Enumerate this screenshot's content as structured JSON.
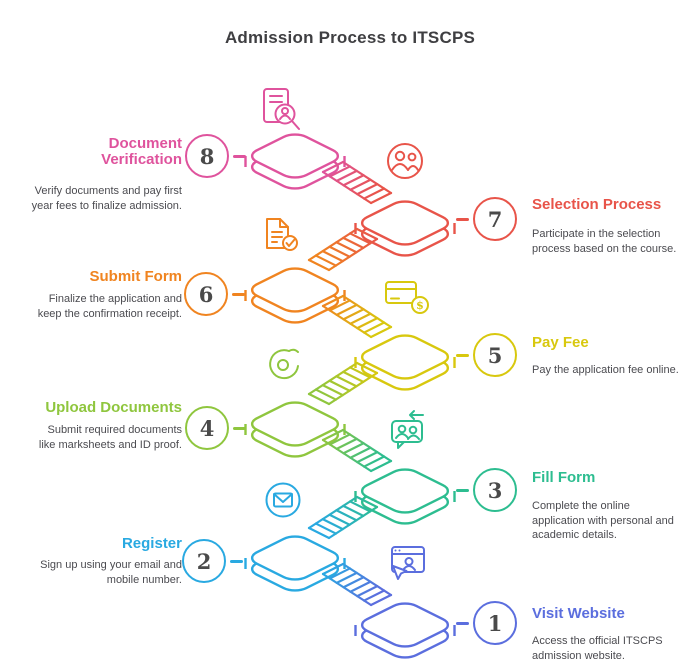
{
  "title": "Admission Process to ITSCPS",
  "title_color": "#3f3f42",
  "text_color": "#4b4b50",
  "steps": [
    {
      "number": "1",
      "title": "Visit Website",
      "description": "Access the official ITSCPS admission website.",
      "color": "#5b6ede",
      "icon": "website-browser-icon"
    },
    {
      "number": "2",
      "title": "Register",
      "description": "Sign up using your email and mobile number.",
      "color": "#29a9e1",
      "icon": "email-icon"
    },
    {
      "number": "3",
      "title": "Fill Form",
      "description": "Complete the online application with personal and academic details.",
      "color": "#2dbd90",
      "icon": "applicants-chat-icon"
    },
    {
      "number": "4",
      "title": "Upload Documents",
      "description": "Submit required documents like marksheets and ID proof.",
      "color": "#8fc63e",
      "icon": "upload-hand-icon"
    },
    {
      "number": "5",
      "title": "Pay Fee",
      "description": "Pay the application fee online.",
      "color": "#d8c80e",
      "icon": "card-payment-icon"
    },
    {
      "number": "6",
      "title": "Submit Form",
      "description": "Finalize the application and keep the confirmation receipt.",
      "color": "#f08420",
      "icon": "document-check-icon"
    },
    {
      "number": "7",
      "title": "Selection Process",
      "description": "Participate in the selection process based on the course.",
      "color": "#e85449",
      "icon": "candidates-icon"
    },
    {
      "number": "8",
      "title": "Document Verification",
      "description": "Verify documents and pay first year fees to finalize admission.",
      "color": "#df539d",
      "icon": "document-search-icon"
    }
  ]
}
